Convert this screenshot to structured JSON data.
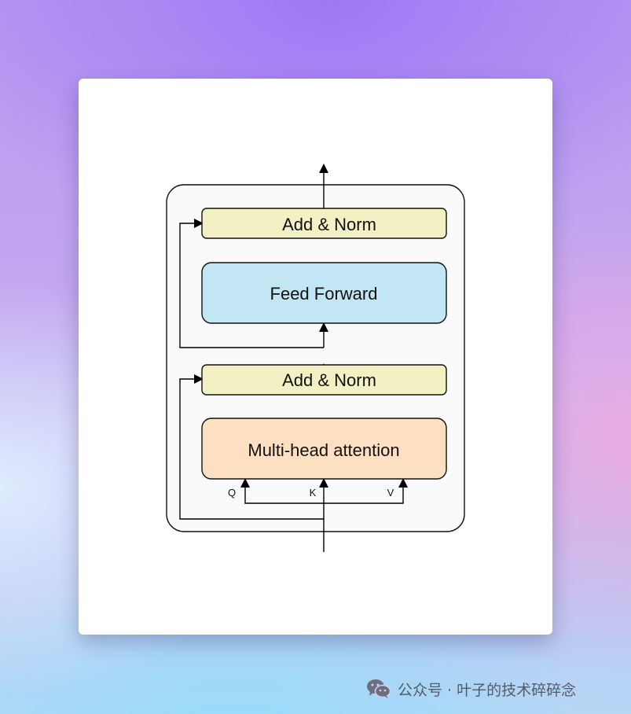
{
  "diagram": {
    "blocks": {
      "add_norm_top": {
        "label": "Add & Norm",
        "fill": "#f2f1c4"
      },
      "feed_forward": {
        "label": "Feed Forward",
        "fill": "#c3e6f4"
      },
      "add_norm_bottom": {
        "label": "Add & Norm",
        "fill": "#f2f1c4"
      },
      "multi_head_attention": {
        "label": "Multi-head attention",
        "fill": "#fde0c2"
      }
    },
    "inputs": {
      "q": "Q",
      "k": "K",
      "v": "V"
    },
    "container_fill": "#fafafa"
  },
  "watermark": {
    "icon": "wechat-icon",
    "text": "公众号 · 叶子的技术碎碎念"
  }
}
